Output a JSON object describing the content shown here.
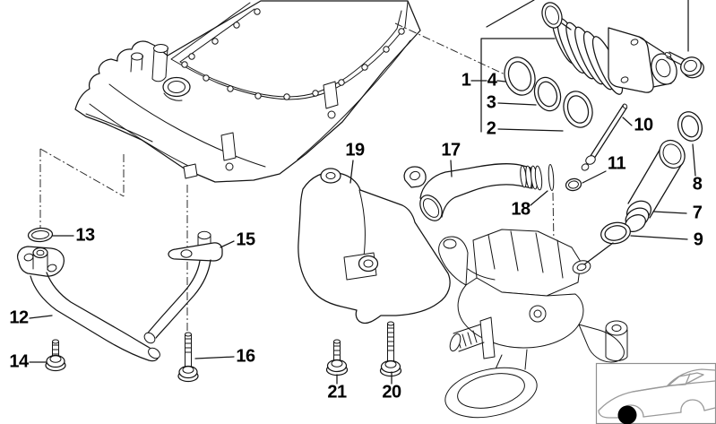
{
  "diagram": {
    "background_color": "#ffffff",
    "line_color": "#141414",
    "label_color": "#000000",
    "labels": {
      "p1": "1",
      "p2": "2",
      "p3": "3",
      "p4": "4",
      "p7": "7",
      "p8": "8",
      "p9": "9",
      "p10": "10",
      "p11": "11",
      "p12": "12",
      "p13": "13",
      "p14": "14",
      "p15": "15",
      "p16": "16",
      "p17": "17",
      "p18": "18",
      "p19": "19",
      "p20": "20",
      "p21": "21"
    },
    "parts": [
      {
        "number": "1",
        "kind": "seal-set-group-bracket"
      },
      {
        "number": "2",
        "kind": "o-ring"
      },
      {
        "number": "3",
        "kind": "o-ring"
      },
      {
        "number": "4",
        "kind": "o-ring"
      },
      {
        "number": "7",
        "kind": "connector-tube"
      },
      {
        "number": "8",
        "kind": "o-ring"
      },
      {
        "number": "9",
        "kind": "o-ring"
      },
      {
        "number": "10",
        "kind": "dowel-pin"
      },
      {
        "number": "11",
        "kind": "small-o-ring"
      },
      {
        "number": "12",
        "kind": "oil-pipe-with-flange"
      },
      {
        "number": "13",
        "kind": "gasket-ring"
      },
      {
        "number": "14",
        "kind": "hex-bolt-short"
      },
      {
        "number": "15",
        "kind": "oil-pipe-with-bracket"
      },
      {
        "number": "16",
        "kind": "hex-bolt-long"
      },
      {
        "number": "17",
        "kind": "suction-pipe"
      },
      {
        "number": "18",
        "kind": "seal-clip"
      },
      {
        "number": "19",
        "kind": "baffle-cover"
      },
      {
        "number": "20",
        "kind": "hex-bolt-long"
      },
      {
        "number": "21",
        "kind": "hex-bolt-short"
      }
    ],
    "inset": {
      "marker_color": "#000000",
      "car_line_color": "#9a9a9a",
      "border_color": "#8f8f8f"
    }
  }
}
